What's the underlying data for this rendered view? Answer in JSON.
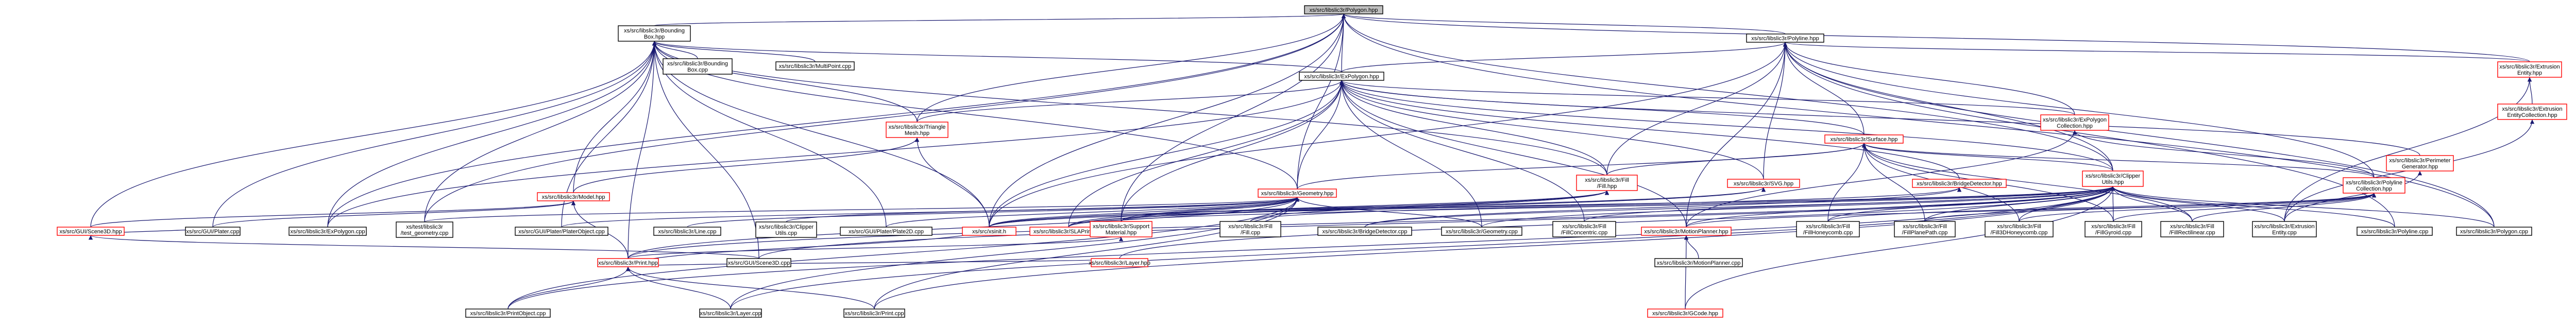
{
  "graph": {
    "title": "xs/src/libslic3r/Polygon.hpp",
    "colors": {
      "root_fill": "#bfbfbf",
      "edge": "#191970",
      "truncated_border": "#ff0000",
      "node_border": "#000000"
    },
    "nodes": [
      {
        "id": "polygon_hpp",
        "lines": [
          "xs/src/libslic3r/Polygon.hpp"
        ],
        "root": true
      },
      {
        "id": "bounding_box_hpp",
        "lines": [
          "xs/src/libslic3r/Bounding",
          "Box.hpp"
        ]
      },
      {
        "id": "polyline_hpp",
        "lines": [
          "xs/src/libslic3r/Polyline.hpp"
        ]
      },
      {
        "id": "expolygon_hpp",
        "lines": [
          "xs/src/libslic3r/ExPolygon.hpp"
        ]
      },
      {
        "id": "extrusion_entity_hpp",
        "lines": [
          "xs/src/libslic3r/Extrusion",
          "Entity.hpp"
        ],
        "truncated": true
      },
      {
        "id": "bounding_box_cpp",
        "lines": [
          "xs/src/libslic3r/Bounding",
          "Box.cpp"
        ]
      },
      {
        "id": "multipoint_cpp",
        "lines": [
          "xs/src/libslic3r/MultiPoint.cpp"
        ]
      },
      {
        "id": "triangle_mesh_hpp",
        "lines": [
          "xs/src/libslic3r/Triangle",
          "Mesh.hpp"
        ],
        "truncated": true
      },
      {
        "id": "surface_hpp",
        "lines": [
          "xs/src/libslic3r/Surface.hpp"
        ],
        "truncated": true
      },
      {
        "id": "expolygon_collection_hpp",
        "lines": [
          "xs/src/libslic3r/ExPolygon",
          "Collection.hpp"
        ],
        "truncated": true
      },
      {
        "id": "extrusion_entity_collection_hpp",
        "lines": [
          "xs/src/libslic3r/Extrusion",
          "EntityCollection.hpp"
        ],
        "truncated": true
      },
      {
        "id": "model_hpp",
        "lines": [
          "xs/src/libslic3r/Model.hpp"
        ],
        "truncated": true
      },
      {
        "id": "geometry_hpp",
        "lines": [
          "xs/src/libslic3r/Geometry.hpp"
        ],
        "truncated": true
      },
      {
        "id": "fill_hpp",
        "lines": [
          "xs/src/libslic3r/Fill",
          "/Fill.hpp"
        ],
        "truncated": true
      },
      {
        "id": "svg_hpp",
        "lines": [
          "xs/src/libslic3r/SVG.hpp"
        ],
        "truncated": true
      },
      {
        "id": "bridge_detector_hpp",
        "lines": [
          "xs/src/libslic3r/BridgeDetector.hpp"
        ],
        "truncated": true
      },
      {
        "id": "clipper_utils_hpp",
        "lines": [
          "xs/src/libslic3r/Clipper",
          "Utils.hpp"
        ],
        "truncated": true
      },
      {
        "id": "polyline_collection_hpp",
        "lines": [
          "xs/src/libslic3r/Polyline",
          "Collection.hpp"
        ],
        "truncated": true
      },
      {
        "id": "perimeter_generator_hpp",
        "lines": [
          "xs/src/libslic3r/Perimeter",
          "Generator.hpp"
        ],
        "truncated": true
      },
      {
        "id": "gui_scene3d_hpp",
        "lines": [
          "xs/src/GUI/Scene3D.hpp"
        ],
        "truncated": true
      },
      {
        "id": "gui_plater_cpp",
        "lines": [
          "xs/src/GUI/Plater.cpp"
        ]
      },
      {
        "id": "expolygon_cpp",
        "lines": [
          "xs/src/libslic3r/ExPolygon.cpp"
        ]
      },
      {
        "id": "test_geometry_cpp",
        "lines": [
          "xs/test/libslic3r",
          "/test_geometry.cpp"
        ]
      },
      {
        "id": "plater_object_cpp",
        "lines": [
          "xs/src/GUI/Plater/PlaterObject.cpp"
        ]
      },
      {
        "id": "line_cpp",
        "lines": [
          "xs/src/libslic3r/Line.cpp"
        ]
      },
      {
        "id": "clipper_utils_cpp",
        "lines": [
          "xs/src/libslic3r/Clipper",
          "Utils.cpp"
        ]
      },
      {
        "id": "plate2d_cpp",
        "lines": [
          "xs/src/GUI/Plater/Plate2D.cpp"
        ]
      },
      {
        "id": "xsinit_h",
        "lines": [
          "xs/src/xsinit.h"
        ],
        "truncated": true
      },
      {
        "id": "sla_print_hpp",
        "lines": [
          "xs/src/libslic3r/SLAPrint.hpp"
        ],
        "truncated": true
      },
      {
        "id": "support_material_hpp",
        "lines": [
          "xs/src/libslic3r/Support",
          "Material.hpp"
        ],
        "truncated": true
      },
      {
        "id": "fill_cpp",
        "lines": [
          "xs/src/libslic3r/Fill",
          "/Fill.cpp"
        ]
      },
      {
        "id": "bridge_detector_cpp",
        "lines": [
          "xs/src/libslic3r/BridgeDetector.cpp"
        ]
      },
      {
        "id": "geometry_cpp",
        "lines": [
          "xs/src/libslic3r/Geometry.cpp"
        ]
      },
      {
        "id": "fill_concentric_cpp",
        "lines": [
          "xs/src/libslic3r/Fill",
          "/FillConcentric.cpp"
        ]
      },
      {
        "id": "layer_hpp",
        "lines": [
          "xs/src/libslic3r/Layer.hpp"
        ],
        "truncated": true
      },
      {
        "id": "motion_planner_hpp",
        "lines": [
          "xs/src/libslic3r/MotionPlanner.hpp"
        ],
        "truncated": true
      },
      {
        "id": "fill_honeycomb_cpp",
        "lines": [
          "xs/src/libslic3r/Fill",
          "/FillHoneycomb.cpp"
        ]
      },
      {
        "id": "fill_plane_path_cpp",
        "lines": [
          "xs/src/libslic3r/Fill",
          "/FillPlanePath.cpp"
        ]
      },
      {
        "id": "fill_3d_honeycomb_cpp",
        "lines": [
          "xs/src/libslic3r/Fill",
          "/Fill3DHoneycomb.cpp"
        ]
      },
      {
        "id": "fill_gyroid_cpp",
        "lines": [
          "xs/src/libslic3r/Fill",
          "/FillGyroid.cpp"
        ]
      },
      {
        "id": "fill_rectilinear_cpp",
        "lines": [
          "xs/src/libslic3r/Fill",
          "/FillRectilinear.cpp"
        ]
      },
      {
        "id": "extrusion_entity_cpp",
        "lines": [
          "xs/src/libslic3r/Extrusion",
          "Entity.cpp"
        ]
      },
      {
        "id": "polyline_cpp",
        "lines": [
          "xs/src/libslic3r/Polyline.cpp"
        ]
      },
      {
        "id": "polygon_cpp",
        "lines": [
          "xs/src/libslic3r/Polygon.cpp"
        ]
      },
      {
        "id": "print_hpp",
        "lines": [
          "xs/src/libslic3r/Print.hpp"
        ],
        "truncated": true
      },
      {
        "id": "gui_scene3d_cpp",
        "lines": [
          "xs/src/GUI/Scene3D.cpp"
        ]
      },
      {
        "id": "motion_planner_cpp",
        "lines": [
          "xs/src/libslic3r/MotionPlanner.cpp"
        ]
      },
      {
        "id": "print_object_cpp",
        "lines": [
          "xs/src/libslic3r/PrintObject.cpp"
        ]
      },
      {
        "id": "layer_cpp",
        "lines": [
          "xs/src/libslic3r/Layer.cpp"
        ]
      },
      {
        "id": "print_cpp",
        "lines": [
          "xs/src/libslic3r/Print.cpp"
        ]
      },
      {
        "id": "gcode_hpp",
        "lines": [
          "xs/src/libslic3r/GCode.hpp"
        ],
        "truncated": true
      }
    ],
    "edges": [
      [
        "bounding_box_hpp",
        "polygon_hpp"
      ],
      [
        "polyline_hpp",
        "polygon_hpp"
      ],
      [
        "expolygon_hpp",
        "polygon_hpp"
      ],
      [
        "extrusion_entity_hpp",
        "polygon_hpp"
      ],
      [
        "polygon_cpp",
        "polygon_hpp"
      ],
      [
        "geometry_hpp",
        "polygon_hpp"
      ],
      [
        "clipper_utils_hpp",
        "polygon_hpp"
      ],
      [
        "support_material_hpp",
        "polygon_hpp"
      ],
      [
        "triangle_mesh_hpp",
        "polygon_hpp"
      ],
      [
        "test_geometry_cpp",
        "polygon_hpp"
      ],
      [
        "expolygon_cpp",
        "polygon_hpp"
      ],
      [
        "xsinit_h",
        "polygon_hpp"
      ],
      [
        "bounding_box_cpp",
        "bounding_box_hpp"
      ],
      [
        "multipoint_cpp",
        "bounding_box_hpp"
      ],
      [
        "expolygon_hpp",
        "bounding_box_hpp"
      ],
      [
        "triangle_mesh_hpp",
        "bounding_box_hpp"
      ],
      [
        "model_hpp",
        "bounding_box_hpp"
      ],
      [
        "geometry_hpp",
        "bounding_box_hpp"
      ],
      [
        "fill_hpp",
        "bounding_box_hpp"
      ],
      [
        "gui_scene3d_hpp",
        "bounding_box_hpp"
      ],
      [
        "gui_plater_cpp",
        "bounding_box_hpp"
      ],
      [
        "expolygon_cpp",
        "bounding_box_hpp"
      ],
      [
        "test_geometry_cpp",
        "bounding_box_hpp"
      ],
      [
        "plater_object_cpp",
        "bounding_box_hpp"
      ],
      [
        "print_hpp",
        "bounding_box_hpp"
      ],
      [
        "plate2d_cpp",
        "bounding_box_hpp"
      ],
      [
        "gui_scene3d_cpp",
        "bounding_box_hpp"
      ],
      [
        "xsinit_h",
        "bounding_box_hpp"
      ],
      [
        "expolygon_hpp",
        "polyline_hpp"
      ],
      [
        "extrusion_entity_hpp",
        "polyline_hpp"
      ],
      [
        "surface_hpp",
        "polyline_hpp"
      ],
      [
        "polyline_collection_hpp",
        "polyline_hpp"
      ],
      [
        "polyline_cpp",
        "polyline_hpp"
      ],
      [
        "motion_planner_hpp",
        "polyline_hpp"
      ],
      [
        "clipper_utils_hpp",
        "polyline_hpp"
      ],
      [
        "svg_hpp",
        "polyline_hpp"
      ],
      [
        "fill_hpp",
        "polyline_hpp"
      ],
      [
        "polygon_cpp",
        "polyline_hpp"
      ],
      [
        "xsinit_h",
        "polyline_hpp"
      ],
      [
        "expolygon_collection_hpp",
        "polyline_hpp"
      ],
      [
        "triangle_mesh_hpp",
        "expolygon_hpp"
      ],
      [
        "surface_hpp",
        "expolygon_hpp"
      ],
      [
        "expolygon_collection_hpp",
        "expolygon_hpp"
      ],
      [
        "geometry_hpp",
        "expolygon_hpp"
      ],
      [
        "fill_hpp",
        "expolygon_hpp"
      ],
      [
        "svg_hpp",
        "expolygon_hpp"
      ],
      [
        "bridge_detector_hpp",
        "expolygon_hpp"
      ],
      [
        "clipper_utils_hpp",
        "expolygon_hpp"
      ],
      [
        "perimeter_generator_hpp",
        "expolygon_hpp"
      ],
      [
        "expolygon_cpp",
        "expolygon_hpp"
      ],
      [
        "sla_print_hpp",
        "expolygon_hpp"
      ],
      [
        "support_material_hpp",
        "expolygon_hpp"
      ],
      [
        "xsinit_h",
        "expolygon_hpp"
      ],
      [
        "geometry_cpp",
        "expolygon_hpp"
      ],
      [
        "motion_planner_hpp",
        "expolygon_hpp"
      ],
      [
        "fill_concentric_cpp",
        "expolygon_hpp"
      ],
      [
        "extrusion_entity_collection_hpp",
        "extrusion_entity_hpp"
      ],
      [
        "extrusion_entity_cpp",
        "extrusion_entity_hpp"
      ],
      [
        "model_hpp",
        "triangle_mesh_hpp"
      ],
      [
        "xsinit_h",
        "triangle_mesh_hpp"
      ],
      [
        "geometry_hpp",
        "surface_hpp"
      ],
      [
        "clipper_utils_hpp",
        "surface_hpp"
      ],
      [
        "fill_hpp",
        "surface_hpp"
      ],
      [
        "polyline_collection_hpp",
        "surface_hpp"
      ],
      [
        "fill_honeycomb_cpp",
        "surface_hpp"
      ],
      [
        "fill_plane_path_cpp",
        "surface_hpp"
      ],
      [
        "fill_3d_honeycomb_cpp",
        "surface_hpp"
      ],
      [
        "fill_gyroid_cpp",
        "surface_hpp"
      ],
      [
        "fill_rectilinear_cpp",
        "surface_hpp"
      ],
      [
        "polyline_collection_hpp",
        "expolygon_collection_hpp"
      ],
      [
        "motion_planner_hpp",
        "expolygon_collection_hpp"
      ],
      [
        "extrusion_entity_cpp",
        "extrusion_entity_collection_hpp"
      ],
      [
        "gui_scene3d_hpp",
        "model_hpp"
      ],
      [
        "gui_plater_cpp",
        "model_hpp"
      ],
      [
        "print_hpp",
        "model_hpp"
      ],
      [
        "line_cpp",
        "geometry_hpp"
      ],
      [
        "clipper_utils_cpp",
        "geometry_hpp"
      ],
      [
        "plate2d_cpp",
        "geometry_hpp"
      ],
      [
        "plater_object_cpp",
        "geometry_hpp"
      ],
      [
        "sla_print_hpp",
        "geometry_hpp"
      ],
      [
        "support_material_hpp",
        "geometry_hpp"
      ],
      [
        "geometry_cpp",
        "geometry_hpp"
      ],
      [
        "xsinit_h",
        "geometry_hpp"
      ],
      [
        "test_geometry_cpp",
        "geometry_hpp"
      ],
      [
        "print_hpp",
        "geometry_hpp"
      ],
      [
        "layer_cpp",
        "geometry_hpp"
      ],
      [
        "print_cpp",
        "geometry_hpp"
      ],
      [
        "print_object_cpp",
        "geometry_hpp"
      ],
      [
        "fill_cpp",
        "fill_hpp"
      ],
      [
        "sla_print_hpp",
        "fill_hpp"
      ],
      [
        "support_material_hpp",
        "fill_hpp"
      ],
      [
        "xsinit_h",
        "fill_hpp"
      ],
      [
        "sla_print_hpp",
        "svg_hpp"
      ],
      [
        "xsinit_h",
        "svg_hpp"
      ],
      [
        "bridge_detector_cpp",
        "bridge_detector_hpp"
      ],
      [
        "xsinit_h",
        "bridge_detector_hpp"
      ],
      [
        "print_hpp",
        "clipper_utils_hpp"
      ],
      [
        "fill_concentric_cpp",
        "clipper_utils_hpp"
      ],
      [
        "geometry_cpp",
        "clipper_utils_hpp"
      ],
      [
        "fill_honeycomb_cpp",
        "clipper_utils_hpp"
      ],
      [
        "fill_plane_path_cpp",
        "clipper_utils_hpp"
      ],
      [
        "fill_3d_honeycomb_cpp",
        "clipper_utils_hpp"
      ],
      [
        "fill_gyroid_cpp",
        "clipper_utils_hpp"
      ],
      [
        "fill_rectilinear_cpp",
        "clipper_utils_hpp"
      ],
      [
        "polyline_cpp",
        "clipper_utils_hpp"
      ],
      [
        "polygon_cpp",
        "clipper_utils_hpp"
      ],
      [
        "extrusion_entity_cpp",
        "clipper_utils_hpp"
      ],
      [
        "motion_planner_hpp",
        "clipper_utils_hpp"
      ],
      [
        "bridge_detector_cpp",
        "clipper_utils_hpp"
      ],
      [
        "fill_cpp",
        "clipper_utils_hpp"
      ],
      [
        "sla_print_hpp",
        "clipper_utils_hpp"
      ],
      [
        "support_material_hpp",
        "clipper_utils_hpp"
      ],
      [
        "gui_scene3d_cpp",
        "clipper_utils_hpp"
      ],
      [
        "layer_hpp",
        "clipper_utils_hpp"
      ],
      [
        "gcode_hpp",
        "clipper_utils_hpp"
      ],
      [
        "layer_cpp",
        "clipper_utils_hpp"
      ],
      [
        "print_cpp",
        "clipper_utils_hpp"
      ],
      [
        "print_object_cpp",
        "clipper_utils_hpp"
      ],
      [
        "motion_planner_hpp",
        "polyline_collection_hpp"
      ],
      [
        "fill_rectilinear_cpp",
        "polyline_collection_hpp"
      ],
      [
        "fill_honeycomb_cpp",
        "polyline_collection_hpp"
      ],
      [
        "fill_plane_path_cpp",
        "polyline_collection_hpp"
      ],
      [
        "fill_3d_honeycomb_cpp",
        "polyline_collection_hpp"
      ],
      [
        "fill_gyroid_cpp",
        "polyline_collection_hpp"
      ],
      [
        "extrusion_entity_cpp",
        "perimeter_generator_hpp"
      ],
      [
        "gui_scene3d_cpp",
        "gui_scene3d_hpp"
      ],
      [
        "gui_plater_cpp",
        "gui_scene3d_hpp"
      ],
      [
        "xsinit_h",
        "print_hpp"
      ],
      [
        "print_object_cpp",
        "print_hpp"
      ],
      [
        "layer_cpp",
        "print_hpp"
      ],
      [
        "print_cpp",
        "print_hpp"
      ],
      [
        "print_hpp",
        "support_material_hpp"
      ],
      [
        "layer_hpp",
        "print_hpp"
      ],
      [
        "motion_planner_cpp",
        "motion_planner_hpp"
      ],
      [
        "gcode_hpp",
        "motion_planner_hpp"
      ]
    ]
  }
}
